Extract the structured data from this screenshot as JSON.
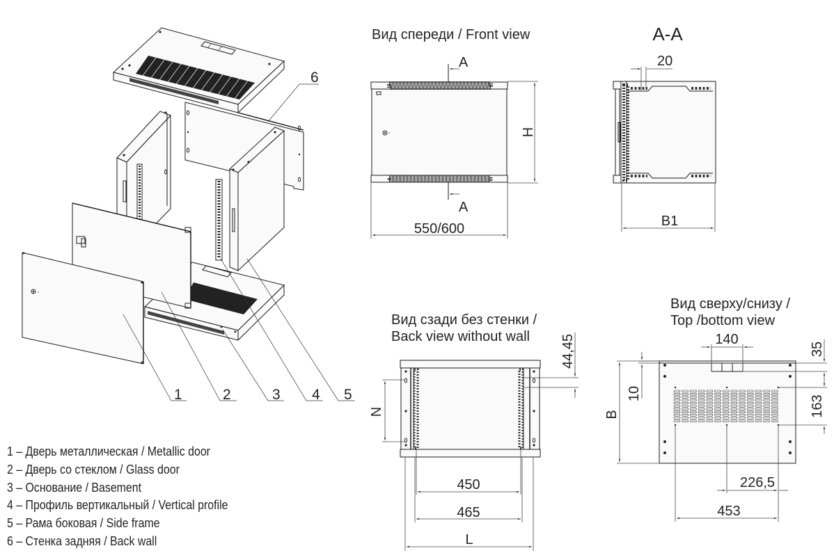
{
  "titles": {
    "front_view": "Вид спереди / Front view",
    "section": "A-A",
    "back_view_line1": "Вид сзади без стенки /",
    "back_view_line2": "Back view without wall",
    "top_view_line1": "Вид сверху/снизу /",
    "top_view_line2": "Top /bottom view"
  },
  "dimensions": {
    "front_width": "550/600",
    "front_height": "H",
    "section_mark_top": "A",
    "section_mark_bottom": "A",
    "section_offset": "20",
    "section_depth": "B1",
    "back_rail_inner": "450",
    "back_rail_outer": "465",
    "back_total_width": "L",
    "back_hole_spacing": "N",
    "back_unit_pitch": "44,45",
    "top_cutout_width": "140",
    "top_edge_offset": "10",
    "top_depth": "B",
    "top_cutout_depth": "35",
    "top_vent_depth": "163",
    "top_half_span": "226,5",
    "top_full_span": "453"
  },
  "callouts": [
    "1",
    "2",
    "3",
    "4",
    "5",
    "6"
  ],
  "legend": [
    "1 – Дверь металлическая / Metallic door",
    "2 – Дверь со стеклом / Glass door",
    "3 – Основание / Basement",
    "4 – Профиль вертикальный / Vertical profile",
    "5 – Рама боковая / Side frame",
    "6 – Стенка задняя / Back wall"
  ]
}
